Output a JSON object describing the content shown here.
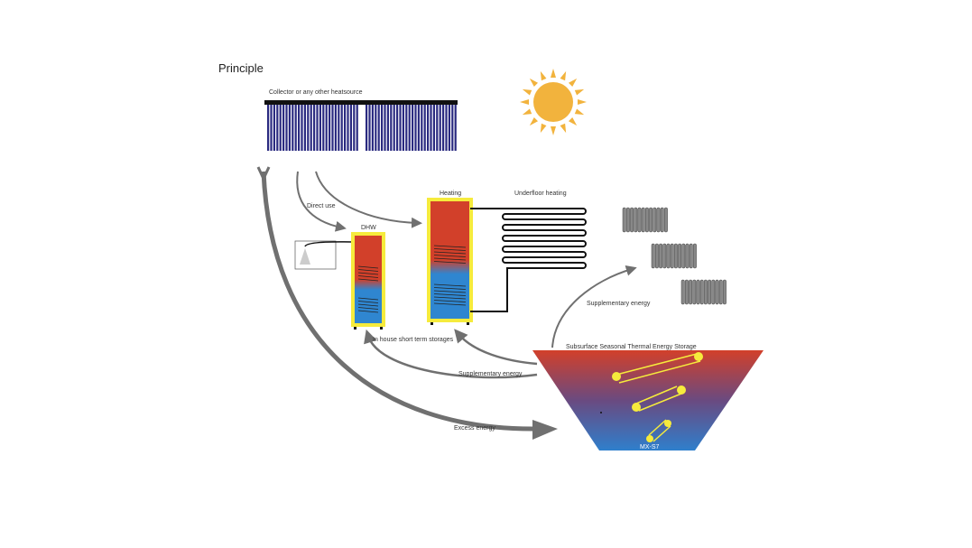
{
  "title": "Principle",
  "labels": {
    "collector": "Collector or any other heatsource",
    "direct_use": "Direct use",
    "dhw": "DHW",
    "heating": "Heating",
    "underfloor": "Underfloor heating",
    "in_house": "In house short term storages",
    "supplementary_1": "Supplementary energy",
    "supplementary_2": "Supplementary energy",
    "excess": "Excess energy",
    "storage": "Subsurface Seasonal Thermal Energy Storage",
    "storage_id": "MX-S7"
  },
  "colors": {
    "hot": "#d2402a",
    "cold": "#2f86d0",
    "tank_border": "#f6eb3c",
    "tube": "#2a2a80",
    "sun": "#f2b33d",
    "arrow": "#707070"
  }
}
